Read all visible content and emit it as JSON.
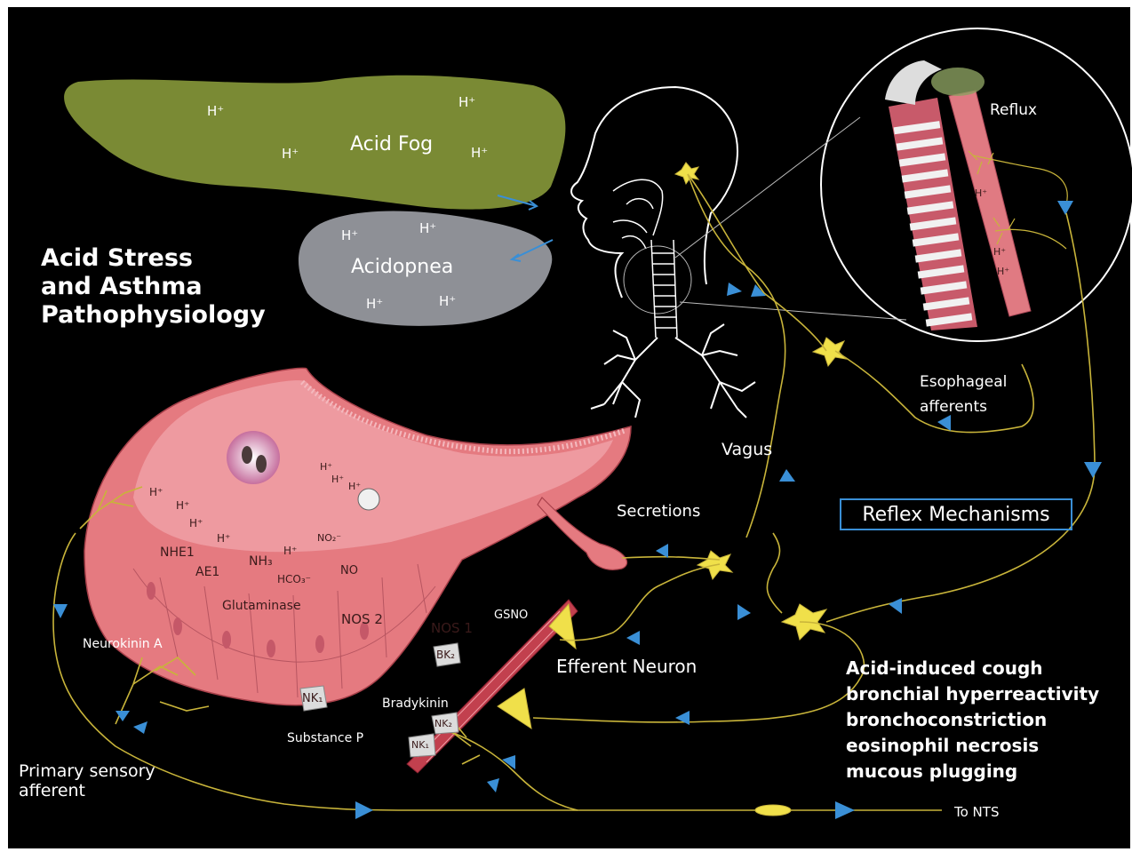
{
  "title_lines": [
    "Acid Stress",
    "and Asthma",
    "Pathophysiology"
  ],
  "acid_fog": {
    "label": "Acid Fog",
    "ion": "H⁺"
  },
  "acidopnea": {
    "label": "Acidopnea",
    "ion": "H⁺"
  },
  "inset": {
    "reflux": "Reflux",
    "ion": "H⁺"
  },
  "labels": {
    "esophageal_afferents": "Esophageal afferents",
    "vagus": "Vagus",
    "secretions": "Secretions",
    "reflex_mechanisms": "Reflex Mechanisms",
    "efferent_neuron": "Efferent Neuron",
    "primary_sensory_afferent": "Primary sensory afferent",
    "to_nts": "To NTS",
    "neurokinin_a": "Neurokinin A",
    "substance_p": "Substance P",
    "bradykinin": "Bradykinin",
    "gsno": "GSNO"
  },
  "epithelium": {
    "nhe1": "NHE1",
    "ae1": "AE1",
    "nh3": "NH₃",
    "hco3": "HCO₃⁻",
    "glutaminase": "Glutaminase",
    "nos2": "NOS 2",
    "nos1": "NOS 1",
    "no2": "NO₂⁻",
    "no": "NO",
    "h": "H⁺"
  },
  "receptors": {
    "nk1": "NK₁",
    "nk2": "NK₂",
    "bk": "BK₂"
  },
  "effects": [
    "Acid-induced cough",
    "bronchial hyperreactivity",
    "bronchoconstriction",
    "eosinophil necrosis",
    "mucous plugging"
  ],
  "colors": {
    "background": "#000000",
    "fog": "#7a8a34",
    "acidopnea": "#8e9096",
    "tissue": "#e57a80",
    "nerve": "#c8b43a",
    "arrow": "#3a8fd6",
    "neuron": "#f0e04a"
  }
}
